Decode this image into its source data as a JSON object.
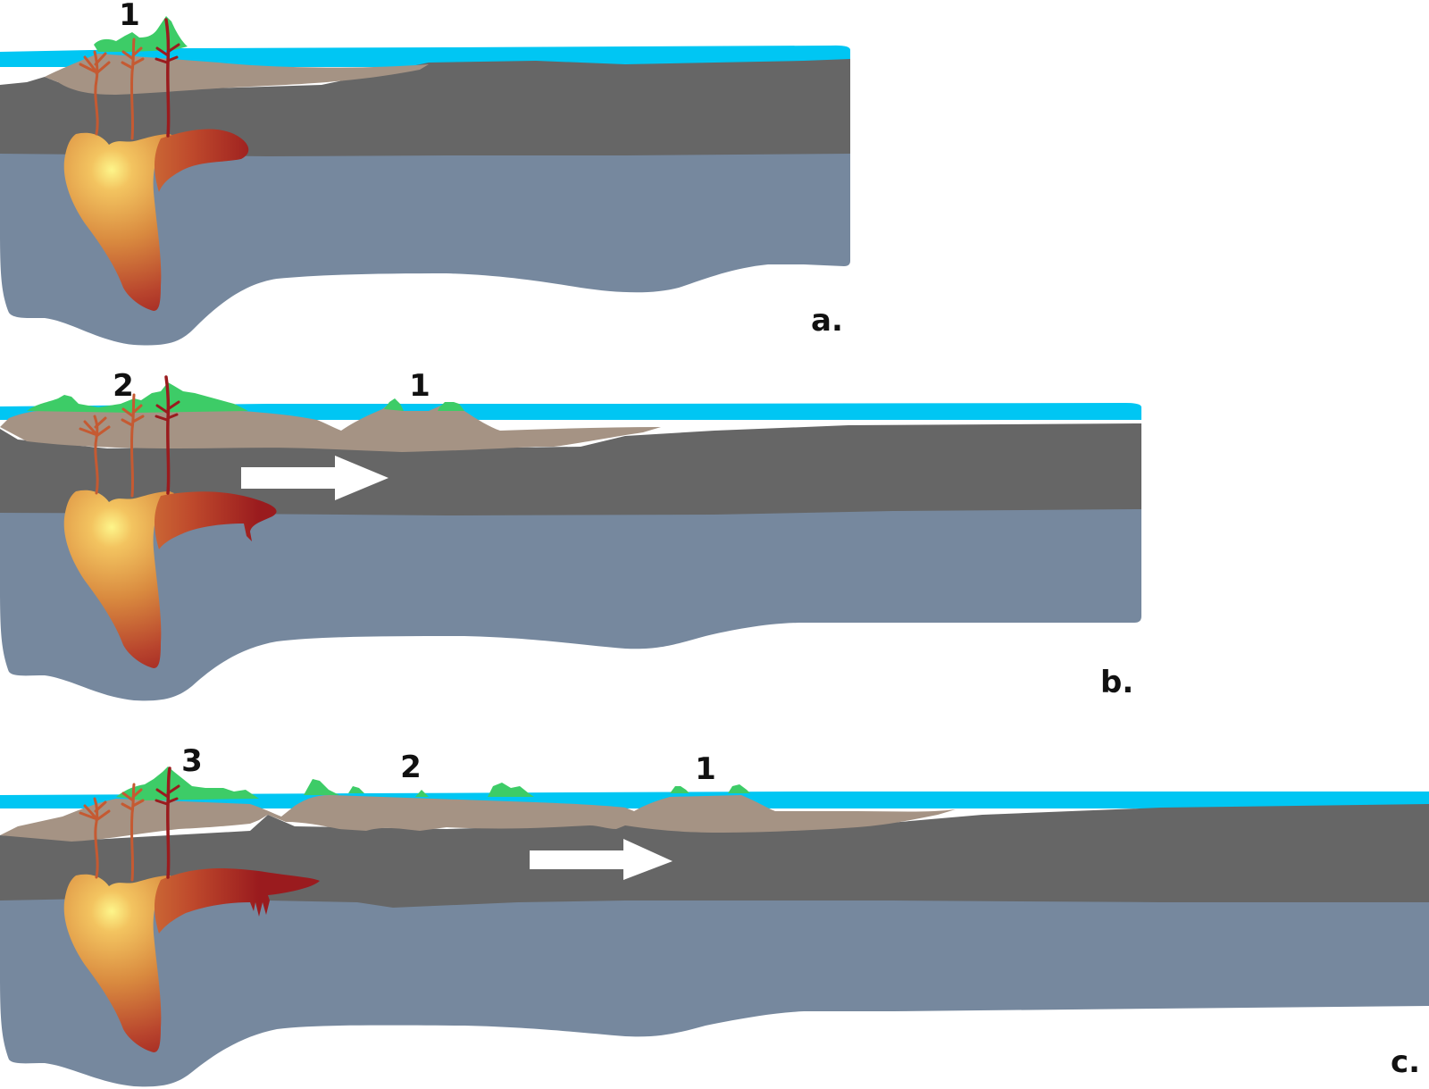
{
  "colors": {
    "ocean": "#00c6f3",
    "crust": "#a59384",
    "lithosphere": "#666666",
    "mantle": "#76889e",
    "volcano": "#3dcc67",
    "magma_hot": "#fdf58a",
    "magma_mid": "#d98a3f",
    "magma_dark": "#9a1b1e",
    "conduit": "#c55a32",
    "arrow": "#ffffff"
  },
  "panels": [
    {
      "id": "a",
      "panel_label": "a.",
      "island_labels": [
        "1"
      ],
      "has_arrow": false
    },
    {
      "id": "b",
      "panel_label": "b.",
      "island_labels": [
        "2",
        "1"
      ],
      "has_arrow": true,
      "arrow_icon": "arrow-right-icon"
    },
    {
      "id": "c",
      "panel_label": "c.",
      "island_labels": [
        "3",
        "2",
        "1"
      ],
      "has_arrow": true,
      "arrow_icon": "arrow-right-icon"
    }
  ]
}
